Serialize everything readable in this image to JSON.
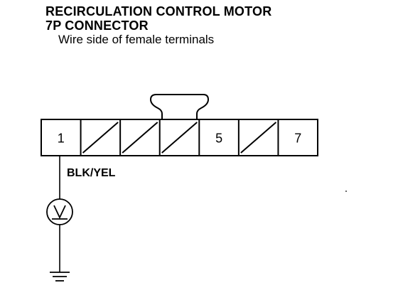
{
  "diagram": {
    "title_line1": "RECIRCULATION CONTROL MOTOR",
    "title_line2": "7P CONNECTOR",
    "subtitle": "Wire side of female terminals"
  },
  "connector": {
    "cells": [
      {
        "label": "1",
        "blank": false
      },
      {
        "label": "",
        "blank": true
      },
      {
        "label": "",
        "blank": true
      },
      {
        "label": "",
        "blank": true
      },
      {
        "label": "5",
        "blank": false
      },
      {
        "label": "",
        "blank": true
      },
      {
        "label": "7",
        "blank": false
      }
    ]
  },
  "wire": {
    "color_label": "BLK/YEL"
  },
  "meter": {
    "icon": "voltmeter-icon",
    "symbol": "V"
  },
  "ground": {
    "icon": "ground-icon"
  },
  "colors": {
    "ink": "#000000",
    "paper": "#ffffff"
  }
}
